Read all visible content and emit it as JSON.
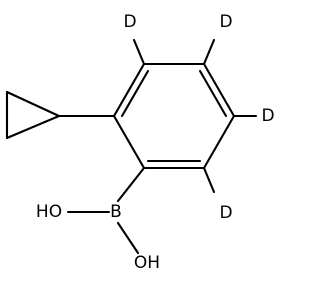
{
  "molecule": {
    "atoms": {
      "deuterium_1": "D",
      "deuterium_2": "D",
      "deuterium_3": "D",
      "deuterium_4": "D",
      "boron": "B",
      "hydroxyl_1": "HO",
      "hydroxyl_2": "OH"
    }
  }
}
